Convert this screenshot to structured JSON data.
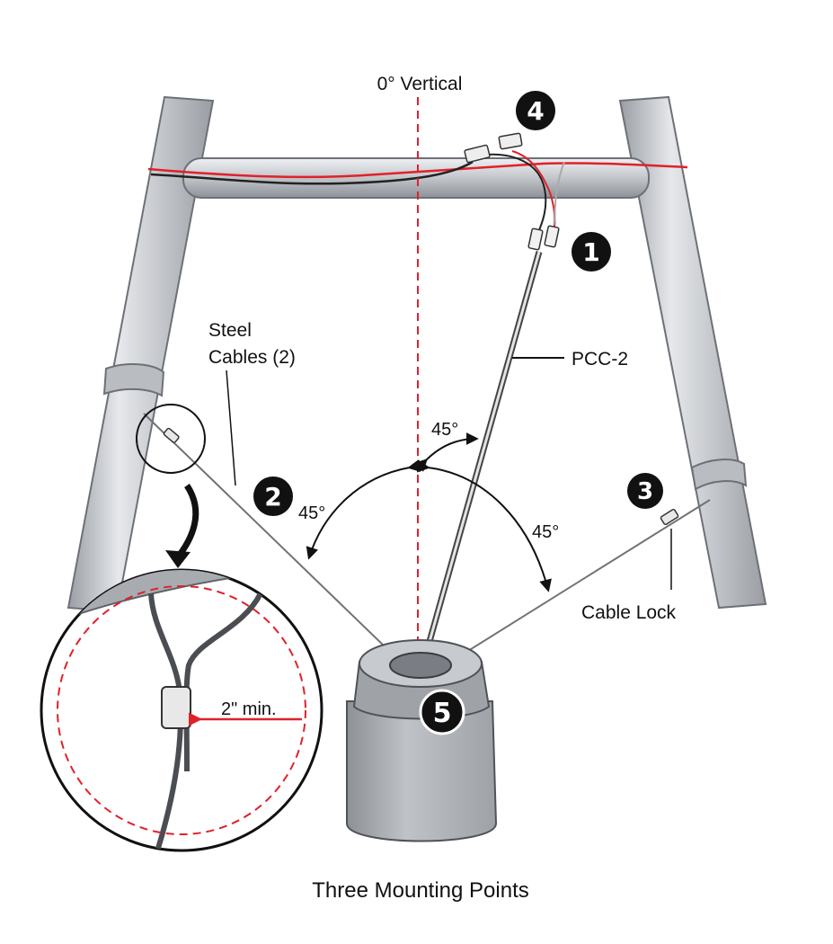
{
  "labels": {
    "vertical": "0° Vertical",
    "steel_cables": [
      "Steel",
      "Cables (2)"
    ],
    "pcc": "PCC-2",
    "cable_lock": "Cable Lock",
    "angle_top": "45°",
    "angle_left": "45°",
    "angle_right": "45°",
    "min_distance": "2\" min.",
    "caption": "Three Mounting Points"
  },
  "badges": {
    "b1": "1",
    "b2": "2",
    "b3": "3",
    "b4": "4",
    "b5": "5"
  },
  "colors": {
    "accent_red": "#e0212b",
    "pipe_fill": "#c9ccd1",
    "badge_fill": "#111111",
    "cable": "#6f7378"
  }
}
